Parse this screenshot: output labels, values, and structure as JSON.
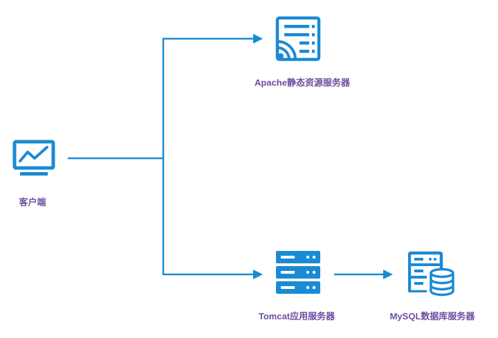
{
  "colors": {
    "connector": "#1a8ad4",
    "icon": "#1a8ad4",
    "label": "#6b4fa0"
  },
  "nodes": {
    "client": {
      "label": "客户端",
      "icon": "monitor-chart-icon"
    },
    "apache": {
      "label": "Apache静态资源服务器",
      "icon": "document-feed-icon"
    },
    "tomcat": {
      "label": "Tomcat应用服务器",
      "icon": "server-rack-icon"
    },
    "mysql": {
      "label": "MySQL数据库服务器",
      "icon": "database-server-icon"
    }
  },
  "edges": [
    {
      "from": "client",
      "to": "apache"
    },
    {
      "from": "client",
      "to": "tomcat"
    },
    {
      "from": "tomcat",
      "to": "mysql"
    }
  ]
}
